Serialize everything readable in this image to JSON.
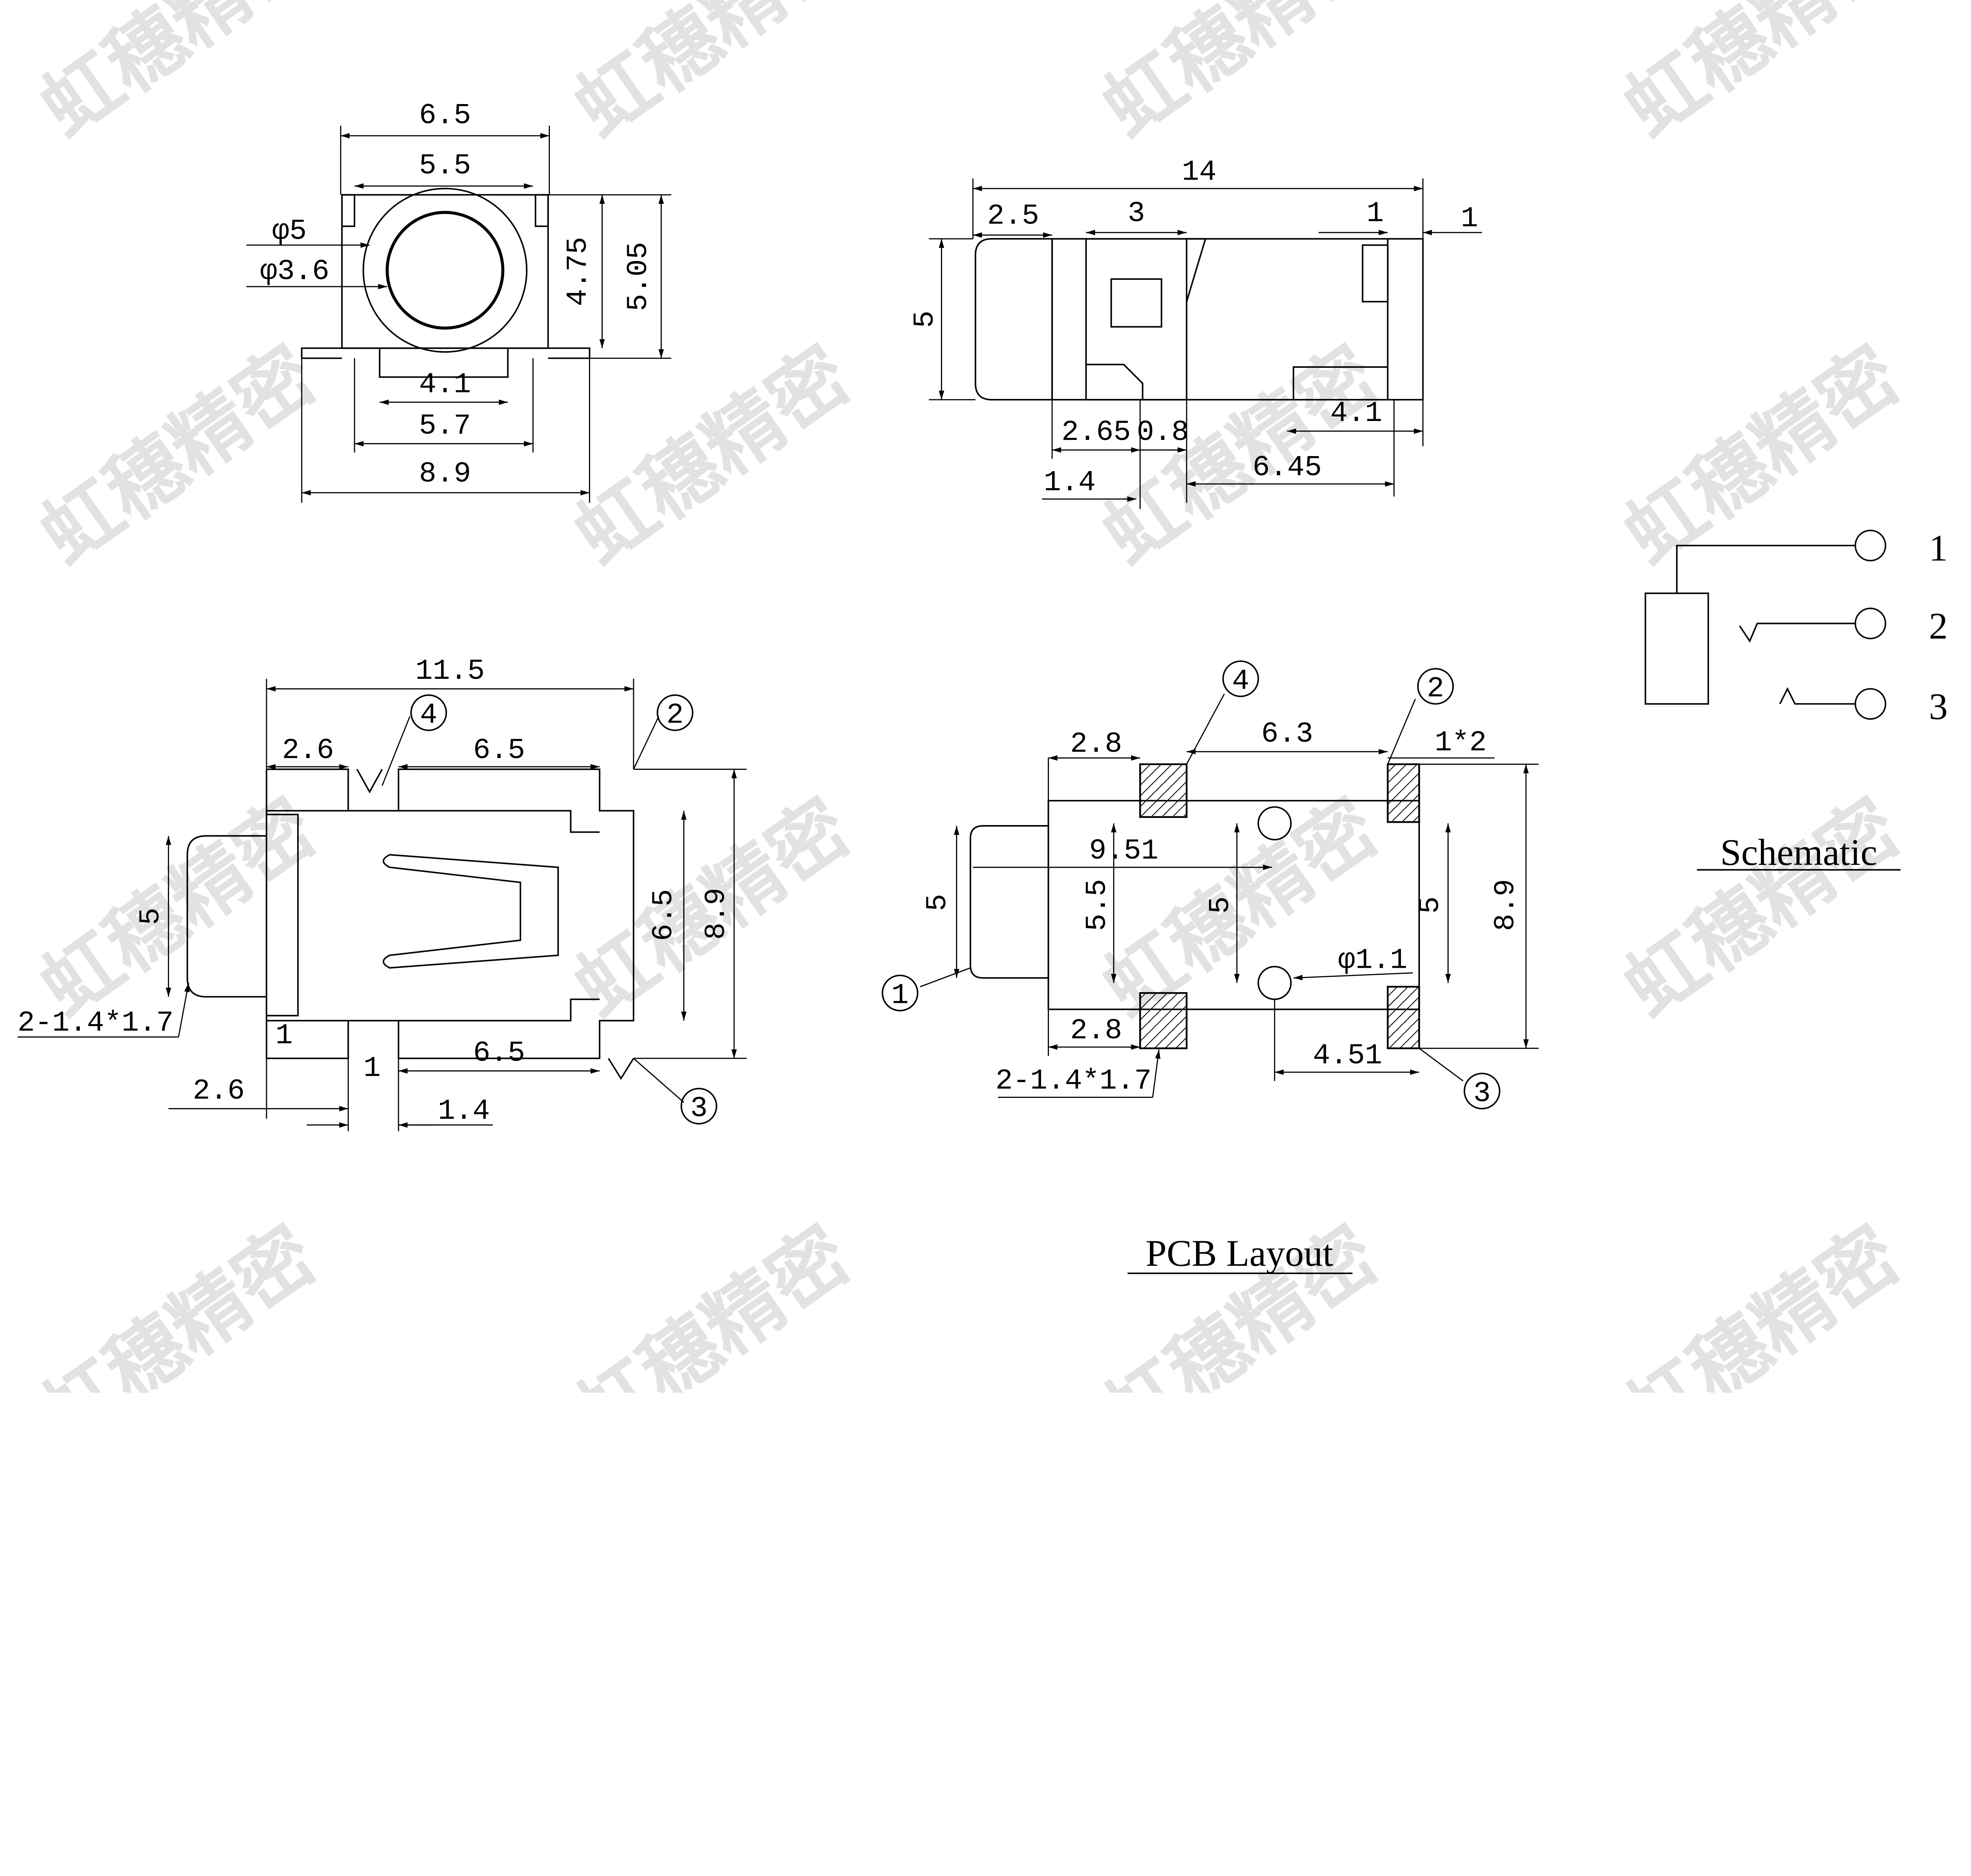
{
  "watermark": "虹穗精密",
  "front_view": {
    "dims": [
      "6.5",
      "5.5",
      "φ5",
      "φ3.6",
      "4.75",
      "5.05",
      "4.1",
      "5.7",
      "8.9"
    ]
  },
  "side_view": {
    "dims": [
      "14",
      "2.5",
      "3",
      "1",
      "1",
      "5",
      "2.65",
      "0.8",
      "4.1",
      "6.45",
      "1.4"
    ]
  },
  "bottom_view": {
    "dims": [
      "11.5",
      "2.6",
      "6.5",
      "5",
      "6.5",
      "8.9",
      "2-1.4*1.7",
      "1",
      "2.6",
      "1",
      "6.5",
      "1.4"
    ],
    "pins": [
      "4",
      "2",
      "3"
    ]
  },
  "pcb_layout": {
    "title": "PCB Layout",
    "dims": [
      "2.8",
      "6.3",
      "1*2",
      "9.51",
      "5.5",
      "5",
      "5",
      "8.9",
      "5",
      "φ1.1",
      "2.8",
      "2-1.4*1.7",
      "4.51"
    ],
    "pins": [
      "4",
      "2",
      "1",
      "3"
    ]
  },
  "schematic": {
    "title": "Schematic",
    "pins": [
      "1",
      "2",
      "3"
    ]
  }
}
